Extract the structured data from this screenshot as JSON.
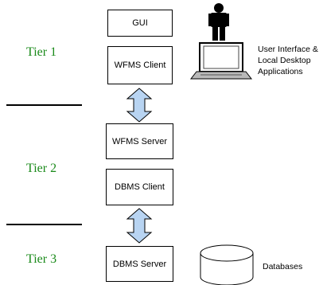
{
  "tiers": [
    {
      "label": "Tier 1"
    },
    {
      "label": "Tier 2"
    },
    {
      "label": "Tier 3"
    }
  ],
  "boxes": {
    "gui": "GUI",
    "wfms_client": "WFMS Client",
    "wfms_server": "WFMS Server",
    "dbms_client": "DBMS Client",
    "dbms_server": "DBMS Server"
  },
  "side_labels": {
    "ui_line1": "User Interface &",
    "ui_line2": "Local Desktop",
    "ui_line3": "Applications",
    "databases": "Databases"
  },
  "colors": {
    "tier_text": "#1a8a1a",
    "arrow_fill": "#b8d4f2",
    "arrow_stroke": "#000000"
  }
}
